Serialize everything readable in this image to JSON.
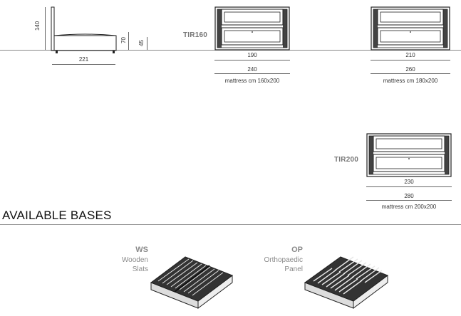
{
  "side_view": {
    "height_total": "140",
    "height_frame": "70",
    "height_floor": "45",
    "length": "221"
  },
  "beds": [
    {
      "code": "TIR160",
      "inner_width": "190",
      "outer_width": "240",
      "mattress": "mattress cm 160x200"
    },
    {
      "code": "",
      "inner_width": "210",
      "outer_width": "260",
      "mattress": "mattress cm 180x200"
    },
    {
      "code": "TIR200",
      "inner_width": "230",
      "outer_width": "280",
      "mattress": "mattress cm 200x200"
    }
  ],
  "bases_section": {
    "title": "AVAILABLE BASES",
    "items": [
      {
        "code": "WS",
        "desc_line1": "Wooden",
        "desc_line2": "Slats",
        "icon": "wooden-slats-base-icon"
      },
      {
        "code": "OP",
        "desc_line1": "Orthopaedic",
        "desc_line2": "Panel",
        "icon": "orthopaedic-panel-base-icon"
      }
    ]
  },
  "colors": {
    "line": "#666666",
    "label_grey": "#8a8a8a",
    "drawing": "#222222"
  }
}
